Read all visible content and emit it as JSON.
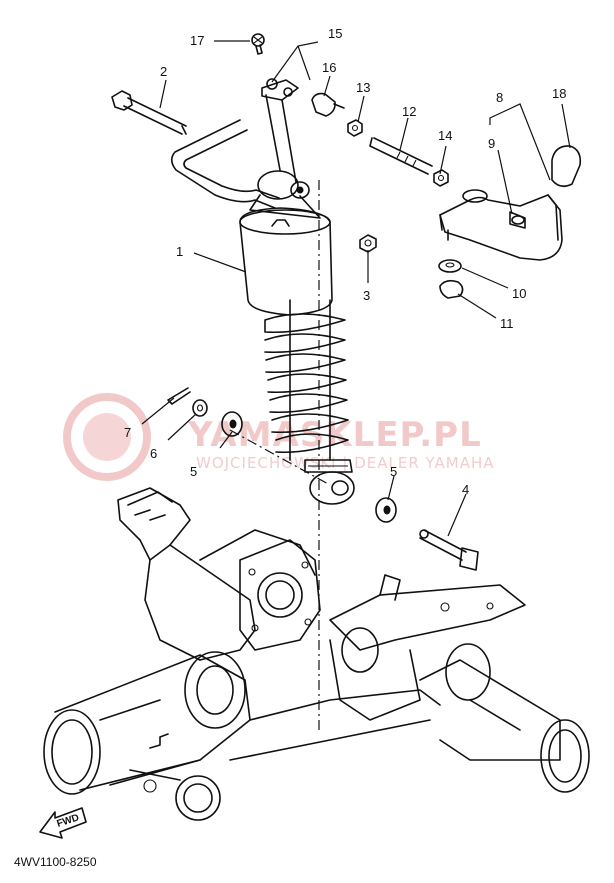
{
  "diagram": {
    "callouts": [
      "1",
      "2",
      "3",
      "4",
      "5",
      "5",
      "6",
      "7",
      "8",
      "9",
      "10",
      "11",
      "12",
      "13",
      "14",
      "15",
      "16",
      "17",
      "18"
    ],
    "drawing_code": "4WV1100-8250",
    "direction_label": "FWD",
    "watermark": {
      "main": "YAMASKLEP.PL",
      "sub": "WOJCIECHOWSKI | DEALER YAMAHA"
    },
    "colors": {
      "line": "#111111",
      "watermark": "#f2c9c9",
      "background": "#ffffff"
    }
  }
}
